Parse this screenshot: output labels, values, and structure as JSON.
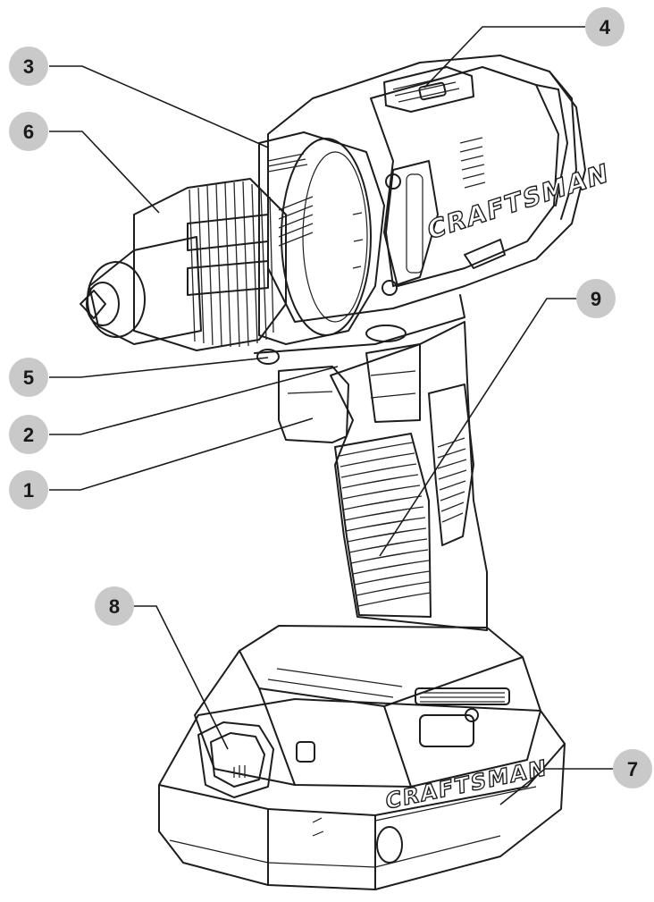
{
  "brand": {
    "name": "CRAFTSMAN"
  },
  "callouts": [
    {
      "label": "1"
    },
    {
      "label": "2"
    },
    {
      "label": "3"
    },
    {
      "label": "4"
    },
    {
      "label": "5"
    },
    {
      "label": "6"
    },
    {
      "label": "7"
    },
    {
      "label": "8"
    },
    {
      "label": "9"
    }
  ],
  "colors": {
    "badge": "#c9c9c9",
    "ink": "#1d1d1d",
    "background": "#ffffff"
  }
}
